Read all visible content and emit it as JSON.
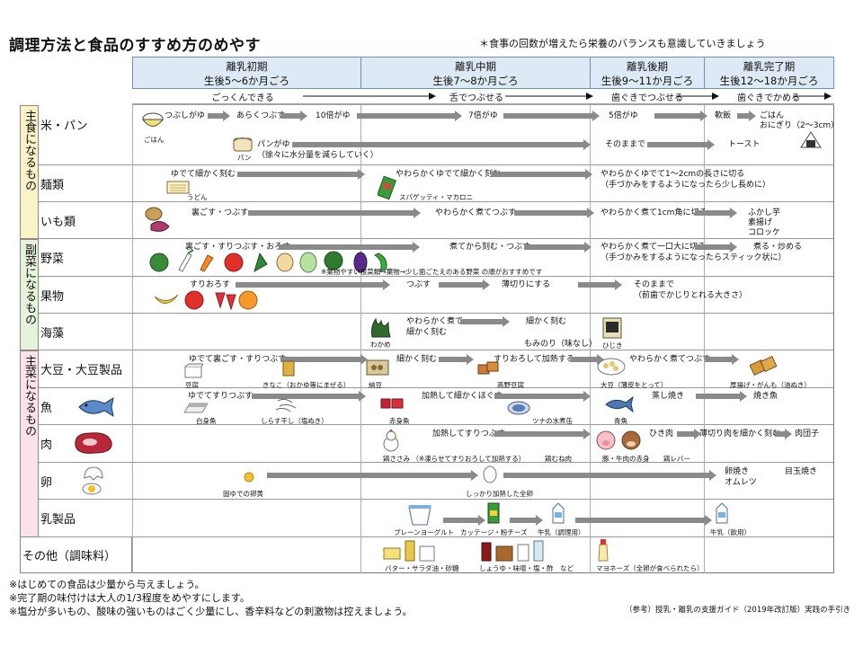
{
  "title": "調理方法と食品のすすめ方のめやす",
  "top_note": "＊食事の回数が増えたら栄養のバランスも意識していきましょう",
  "periods": [
    {
      "name": "離乳初期",
      "age": "生後5～6か月ごろ"
    },
    {
      "name": "離乳中期",
      "age": "生後7～8か月ごろ"
    },
    {
      "name": "離乳後期",
      "age": "生後9～11か月ごろ"
    },
    {
      "name": "離乳完了期",
      "age": "生後12～18か月ごろ"
    }
  ],
  "stages": [
    "ごっくんできる",
    "舌でつぶせる",
    "歯ぐきでつぶせる",
    "歯ぐきでかめる"
  ],
  "categories": [
    {
      "label": "主食になるもの",
      "color": "#fbf3c8"
    },
    {
      "label": "副菜になるもの",
      "color": "#e6f2da"
    },
    {
      "label": "主菜になるもの",
      "color": "#fbe2ea"
    }
  ],
  "rows": [
    "米・パン",
    "麺類",
    "いも類",
    "野菜",
    "果物",
    "海藻",
    "大豆・大豆製品",
    "魚",
    "肉",
    "卵",
    "乳製品",
    "その他（調味料）"
  ],
  "rice": {
    "a": "つぶしがゆ",
    "b": "あらくつぶす",
    "c": "10倍がゆ",
    "d": "7倍がゆ",
    "e": "5倍がゆ",
    "f": "軟飯",
    "g": "ごはん",
    "h": "おにぎり（2～3cm）",
    "i": "ごはん",
    "bread1": "パンがゆ",
    "bread2": "（徐々に水分量を減らしていく）",
    "bread3": "そのままで",
    "bread4": "トースト",
    "pan": "パン"
  },
  "noodle": {
    "a": "ゆでて細かく刻む",
    "b": "うどん",
    "c": "やわらかくゆでて細かく刻む",
    "d": "スパゲッティ・マカロニ",
    "e": "やわらかくゆでて1～2cmの長さに切る",
    "f": "（手づかみをするようになったら少し長めに）"
  },
  "imo": {
    "a": "裏ごす・つぶす",
    "b": "やわらかく煮てつぶす",
    "c": "やわらかく煮て1cm角に切る",
    "d": "ふかし芋",
    "e": "素揚げ",
    "f": "コロッケ"
  },
  "veg": {
    "a": "裏ごす・すりつぶす・おろす",
    "b": "煮てから刻む・つぶす",
    "c": "※葉物やすい根菜類→葉物→少し歯ごたえのある野菜 の順がおすすめです",
    "d": "やわらかく煮て一口大に切る",
    "e": "（手づかみをするようになったらスティック状に）",
    "f": "煮る・炒める"
  },
  "fruit": {
    "a": "すりおろす",
    "b": "つぶす",
    "c": "薄切りにする",
    "d": "そのままで",
    "e": "（前歯でかじりとれる大きさ）"
  },
  "sea": {
    "a": "やわらかく煮て",
    "b": "細かく刻む",
    "c": "細かく刻む",
    "d": "わかめ",
    "e": "もみのり（味なし）",
    "f": "ひじき"
  },
  "soy": {
    "a": "ゆでて裏ごす・すりつぶす",
    "b": "豆腐",
    "c": "きなこ（おかゆ等にまぜる）",
    "d": "細かく刻む",
    "e": "すりおろして加熱する",
    "f": "納豆",
    "g": "高野豆腐",
    "h": "やわらかく煮てつぶす",
    "i": "大豆（薄皮をとって）",
    "j": "厚揚げ・がんも（油ぬき）"
  },
  "fish": {
    "a": "ゆでてすりつぶす",
    "b": "白身魚",
    "c": "しらす干し（塩ぬき）",
    "d": "加熱して細かくほぐす",
    "e": "赤身魚",
    "f": "ツナの水煮缶",
    "g": "蒸し焼き",
    "h": "青魚",
    "i": "焼き魚"
  },
  "meat": {
    "a": "加熱してすりつぶす",
    "b": "鶏ささみ （※凍らせてすりおろして加熱する）",
    "c": "鶏むね肉",
    "d": "ひき肉",
    "e": "豚・牛肉の赤身",
    "f": "鶏レバー",
    "g": "薄切り肉を細かく刻む",
    "h": "肉団子"
  },
  "egg": {
    "a": "固ゆでの卵黄",
    "b": "しっかり加熱した全卵",
    "c": "卵焼き",
    "d": "オムレツ",
    "e": "目玉焼き"
  },
  "dairy": {
    "a": "プレーンヨーグルト",
    "b": "カッテージ・粉チーズ",
    "c": "牛乳（調理用）",
    "d": "牛乳（飲用）"
  },
  "other": {
    "a": "バター・サラダ油・砂糖",
    "b": "しょうゆ・味噌・塩・酢　など",
    "c": "マヨネーズ（全卵が食べられたら）"
  },
  "footnotes": [
    "※はじめての食品は少量から与えましょう。",
    "※完了期の味付けは大人の1/3程度をめやすにします。",
    "※塩分が多いもの、酸味の強いものはごく少量にし、香辛料などの刺激物は控えましょう。"
  ],
  "reference": "（参考）授乳・離乳の支援ガイド（2019年改訂版）実践の手引き"
}
